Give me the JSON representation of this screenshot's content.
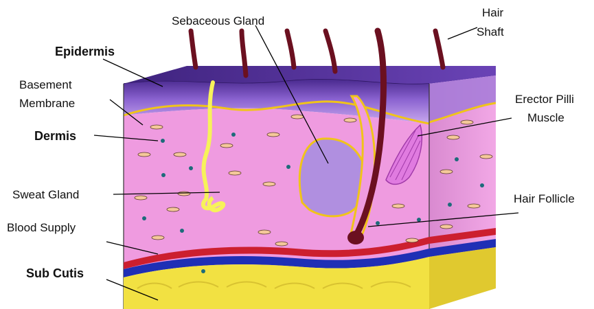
{
  "labels": {
    "epidermis": "Epidermis",
    "basement_membrane_line1": "Basement",
    "basement_membrane_line2": "Membrane",
    "dermis": "Dermis",
    "sweat_gland": "Sweat Gland",
    "blood_supply": "Blood Supply",
    "sub_cutis": "Sub Cutis",
    "sebaceous_gland": "Sebaceous Gland",
    "hair_shaft_line1": "Hair",
    "hair_shaft_line2": "Shaft",
    "erector_pilli_line1": "Erector Pilli",
    "erector_pilli_line2": "Muscle",
    "hair_follicle": "Hair Follicle"
  },
  "colors": {
    "epidermis": "#7b4fc4",
    "dermis": "#ef9be0",
    "basement_membrane": "#f0c419",
    "sweat_gland": "#f7f25a",
    "sebaceous_gland": "#b08fe0",
    "hair": "#6b1020",
    "artery": "#cc1f2f",
    "vein": "#1f2fb5",
    "fat": "#f2e142"
  }
}
